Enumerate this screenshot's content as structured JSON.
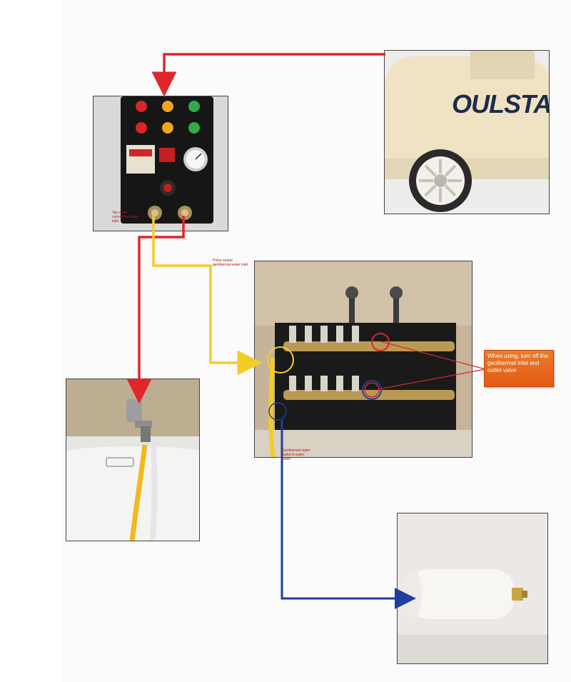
{
  "labels": {
    "tap_connection": "Tap water connection water inlet",
    "pulse_output": "Pulse output geothermal water inlet",
    "geothermal_outlet": "Geothermal water outlet to water outlet",
    "callout": "When using, turn off the geothermal inlet and outlet valve",
    "brand": "OULSTAN"
  },
  "colors": {
    "air_line": "#e0262b",
    "pulse_line": "#f2cd2a",
    "return_line": "#1e3f9c",
    "callout_bg": "#e8661c",
    "circle_yellow": "#f2cd2a",
    "circle_red": "#d8262b"
  },
  "photos": [
    {
      "name": "air-compressor-photo"
    },
    {
      "name": "pulse-control-box-photo"
    },
    {
      "name": "floor-heating-manifold-photo"
    },
    {
      "name": "tap-faucet-photo"
    },
    {
      "name": "filter-cylinder-photo"
    }
  ]
}
